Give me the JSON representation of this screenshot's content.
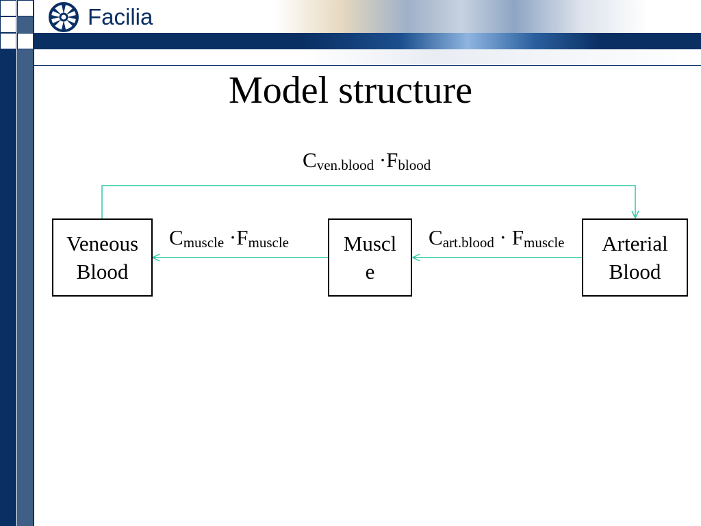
{
  "header": {
    "logo_text": "Facilia",
    "colors": {
      "navy": "#0a2f63",
      "slate": "#3f5f86",
      "arrow": "#2fc9a5"
    }
  },
  "slide": {
    "title": "Model structure"
  },
  "diagram": {
    "nodes": {
      "veneous": {
        "line1": "Veneous",
        "line2": "Blood"
      },
      "muscle": {
        "line1": "Muscl",
        "line2": "e"
      },
      "arterial": {
        "line1": "Arterial",
        "line2": "Blood"
      }
    },
    "flows": {
      "veneous_to_arterial": {
        "c": "C",
        "c_sub": "ven.blood",
        "dot": " ·",
        "f": "F",
        "f_sub": "blood"
      },
      "muscle_to_veneous": {
        "c": "C",
        "c_sub": "muscle",
        "dot": " ·",
        "f": "F",
        "f_sub": "muscle"
      },
      "arterial_to_muscle": {
        "c": "C",
        "c_sub": "art.blood",
        "dot": " · ",
        "f": "F",
        "f_sub": "muscle"
      }
    }
  }
}
